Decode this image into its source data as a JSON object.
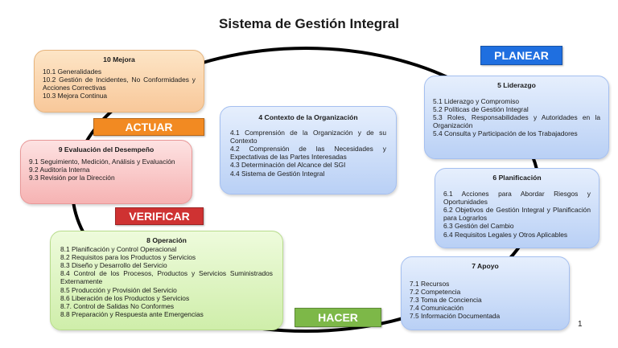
{
  "title": "Sistema de Gestión Integral",
  "page_number": "1",
  "phase_labels": {
    "planear": "PLANEAR",
    "actuar": "ACTUAR",
    "verificar": "VERIFICAR",
    "hacer": "HACER"
  },
  "colors": {
    "planear": "#1f6fe0",
    "actuar": "#f28a22",
    "verificar": "#cf3232",
    "hacer": "#7db848",
    "cycle_line": "#000000"
  },
  "boxes": {
    "b10": {
      "title": "10 Mejora",
      "items": [
        "10.1 Generalidades",
        "10.2 Gestión de Incidentes, No Conformidades y Acciones Correctivas",
        "10.3 Mejora Continua"
      ]
    },
    "b9": {
      "title": "9 Evaluación del Desempeño",
      "items": [
        "9.1 Seguimiento, Medición, Análisis y Evaluación",
        "9.2 Auditoría Interna",
        "9.3 Revisión por la Dirección"
      ]
    },
    "b8": {
      "title": "8 Operación",
      "items": [
        "8.1 Planificación y Control Operacional",
        "8.2 Requisitos para los Productos y Servicios",
        "8.3 Diseño y Desarrollo del Servicio",
        "8.4 Control de los Procesos, Productos y Servicios Suministrados Externamente",
        "8.5 Producción y Provisión del Servicio",
        "8.6 Liberación de los Productos y Servicios",
        "8.7. Control de Salidas No Conformes",
        "8.8 Preparación y Respuesta ante Emergencias"
      ]
    },
    "b4": {
      "title": "4 Contexto de la Organización",
      "items": [
        "4.1 Comprensión de la Organización y de su Contexto",
        "4.2 Comprensión de las Necesidades y Expectativas de las Partes Interesadas",
        "4.3 Determinación del Alcance del SGI",
        "4.4 Sistema de Gestión Integral"
      ]
    },
    "b5": {
      "title": "5 Liderazgo",
      "items": [
        "5.1 Liderazgo y Compromiso",
        "5.2 Políticas de Gestión Integral",
        "5.3 Roles, Responsabilidades y Autoridades en la Organización",
        "5.4 Consulta y Participación de los Trabajadores"
      ]
    },
    "b6": {
      "title": "6 Planificación",
      "items": [
        "6.1 Acciones para Abordar Riesgos y Oportunidades",
        "6.2 Objetivos de Gestión Integral y Planificación para Lograrlos",
        "6.3 Gestión del Cambio",
        "6.4 Requisitos Legales y Otros Aplicables"
      ]
    },
    "b7": {
      "title": "7 Apoyo",
      "items": [
        "7.1 Recursos",
        "7.2 Competencia",
        "7.3 Toma de Conciencia",
        "7.4 Comunicación",
        "7.5 Información Documentada"
      ]
    }
  }
}
